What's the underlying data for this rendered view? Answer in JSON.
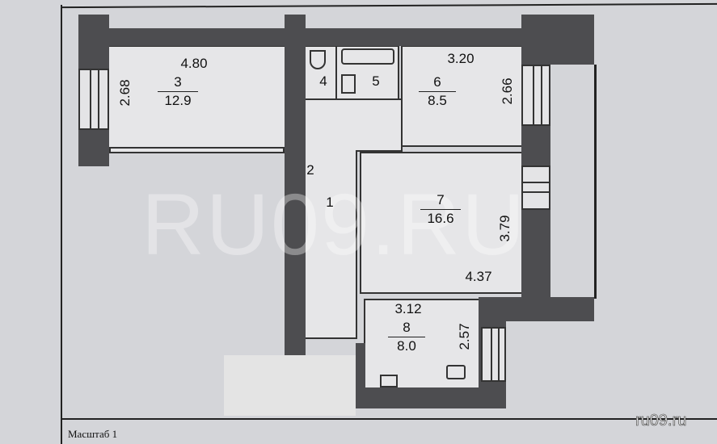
{
  "plan": {
    "rooms": [
      {
        "number": "1"
      },
      {
        "number": "2"
      },
      {
        "number": "3",
        "area": "12.9",
        "width": "4.80",
        "depth": "2.68"
      },
      {
        "number": "4"
      },
      {
        "number": "5"
      },
      {
        "number": "6",
        "area": "8.5",
        "width": "3.20",
        "depth": "2.66"
      },
      {
        "number": "7",
        "area": "16.6",
        "width": "4.37",
        "depth": "3.79"
      },
      {
        "number": "8",
        "area": "8.0",
        "width": "3.12",
        "depth": "2.57"
      }
    ],
    "scale_label": "Масштаб 1",
    "watermark": "RU09.RU",
    "site_label": "ru09.ru"
  }
}
